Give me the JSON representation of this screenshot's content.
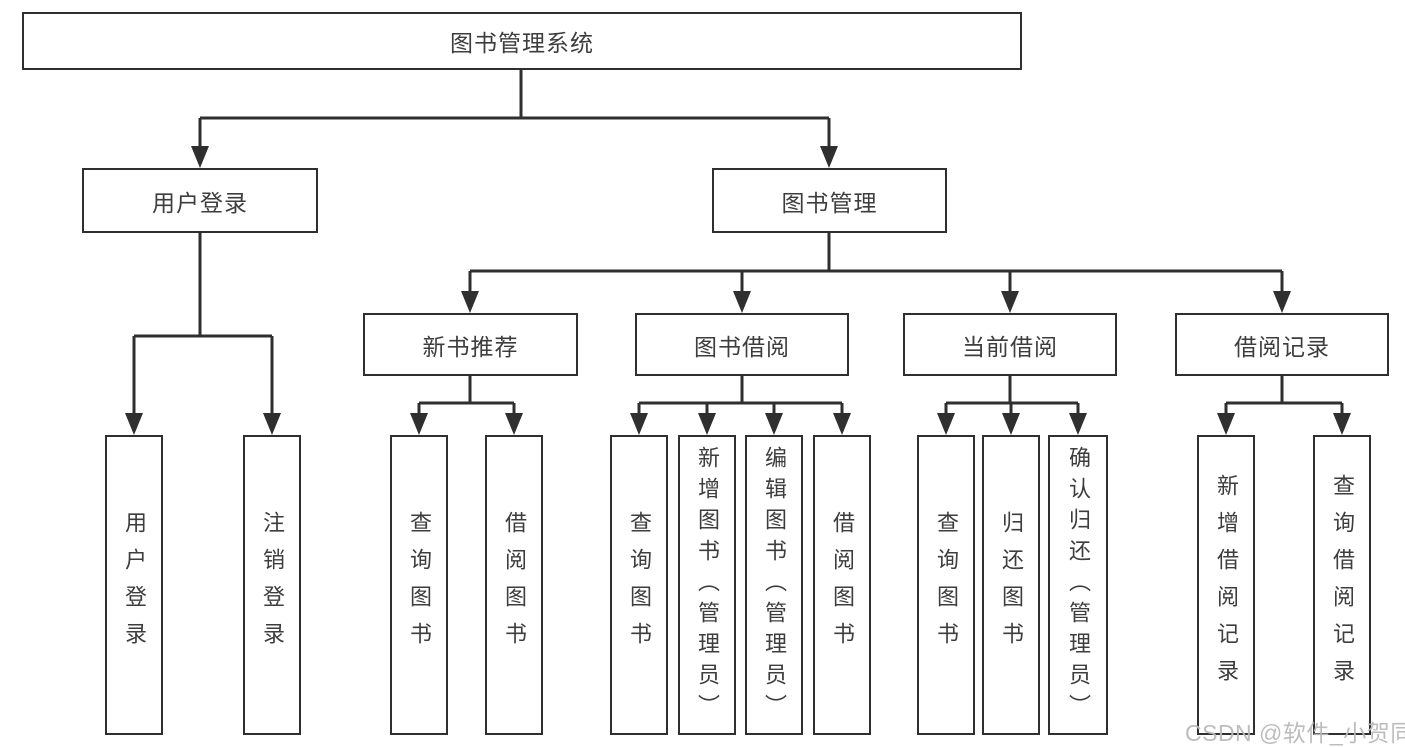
{
  "diagram": {
    "type": "hierarchy-tree",
    "orientation": "top-down",
    "colors": {
      "line": "#2f2f2f",
      "box_border": "#2f2f2f",
      "box_fill": "#ffffff",
      "text": "#3d3d3d",
      "background": "#ffffff",
      "watermark": "#b9b9b9"
    }
  },
  "tree": {
    "label": "图书管理系统",
    "children": [
      {
        "label": "用户登录",
        "children": [
          {
            "label": "用户登录"
          },
          {
            "label": "注销登录"
          }
        ]
      },
      {
        "label": "图书管理",
        "children": [
          {
            "label": "新书推荐",
            "children": [
              {
                "label": "查询图书"
              },
              {
                "label": "借阅图书"
              }
            ]
          },
          {
            "label": "图书借阅",
            "children": [
              {
                "label": "查询图书"
              },
              {
                "label": "新增图书（管理员）"
              },
              {
                "label": "编辑图书（管理员）"
              },
              {
                "label": "借阅图书"
              }
            ]
          },
          {
            "label": "当前借阅",
            "children": [
              {
                "label": "查询图书"
              },
              {
                "label": "归还图书"
              },
              {
                "label": "确认归还（管理员）"
              }
            ]
          },
          {
            "label": "借阅记录",
            "children": [
              {
                "label": "新增借阅记录"
              },
              {
                "label": "查询借阅记录"
              }
            ]
          }
        ]
      }
    ]
  },
  "watermark": {
    "text": "CSDN @软件_小贺同学"
  }
}
